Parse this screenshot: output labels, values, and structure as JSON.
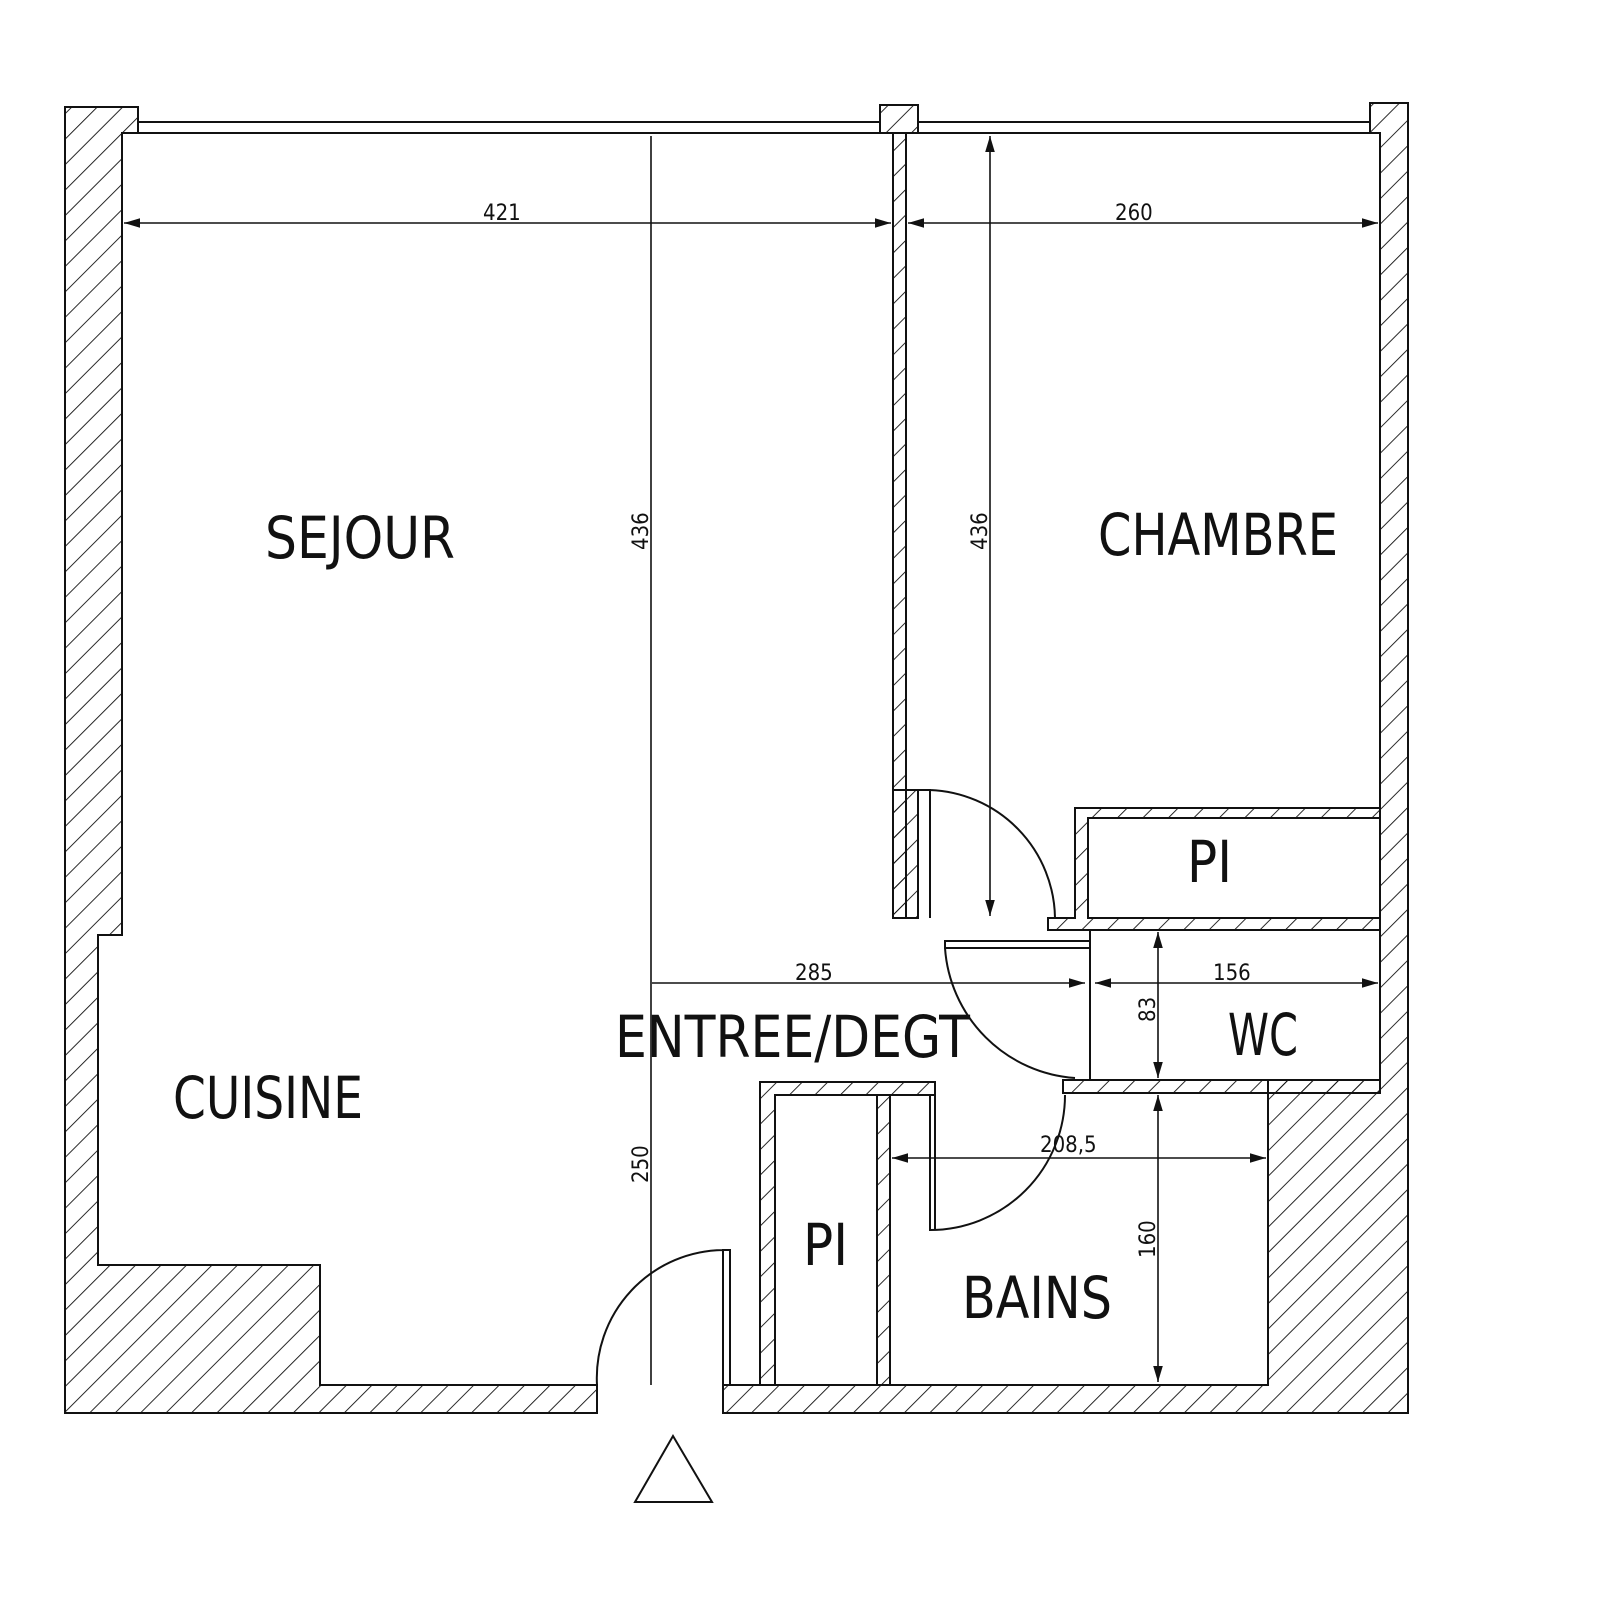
{
  "rooms": {
    "sejour": "SEJOUR",
    "chambre": "CHAMBRE",
    "cuisine": "CUISINE",
    "entree": "ENTREE/DEGT",
    "wc": "WC",
    "bains": "BAINS",
    "placard_chambre": "PI",
    "placard_entree": "PI"
  },
  "dimensions": {
    "sejour_width": "421",
    "sejour_depth": "436",
    "chambre_width": "260",
    "chambre_depth": "436",
    "entree_width": "285",
    "entree_depth": "250",
    "wc_width": "156",
    "wc_depth": "83",
    "bains_width": "208,5",
    "bains_depth": "160"
  },
  "colors": {
    "line": "#111111",
    "background": "#ffffff"
  }
}
